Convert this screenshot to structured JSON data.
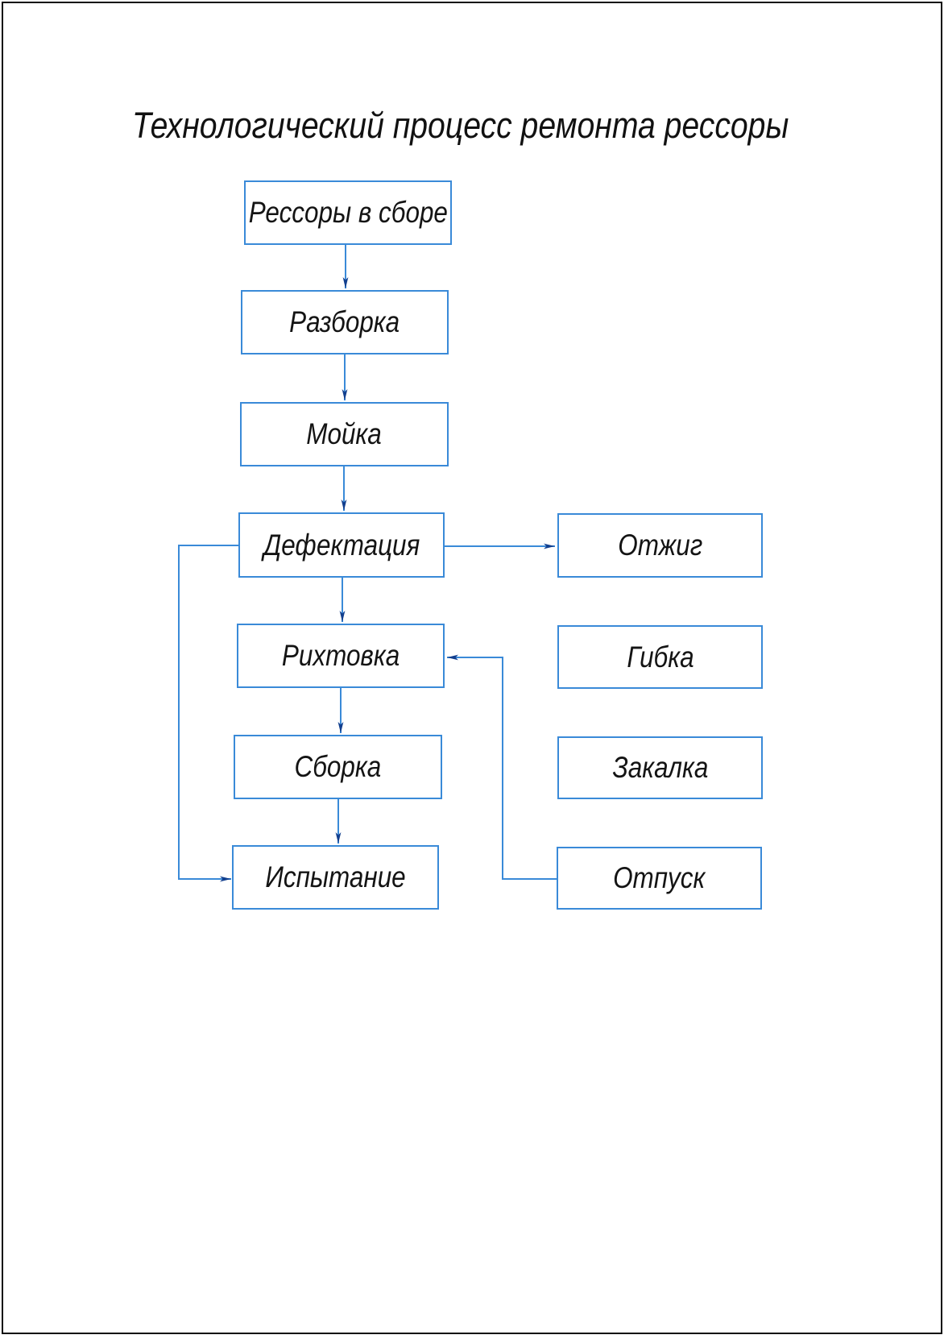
{
  "title": "Технологический процесс ремонта рессоры",
  "colors": {
    "line_blue": "#3a8ad8",
    "arrowhead_dark_blue": "#123f8e",
    "text_black": "#141414",
    "page_border_black": "#0c0c0c"
  },
  "nodes": [
    {
      "id": "springs-assembled",
      "label": "Рессоры в сборе"
    },
    {
      "id": "disassembly",
      "label": "Разборка"
    },
    {
      "id": "washing",
      "label": "Мойка"
    },
    {
      "id": "defect-inspection",
      "label": "Дефектация"
    },
    {
      "id": "straightening",
      "label": "Рихтовка"
    },
    {
      "id": "assembly",
      "label": "Сборка"
    },
    {
      "id": "testing",
      "label": "Испытание"
    },
    {
      "id": "annealing",
      "label": "Отжиг"
    },
    {
      "id": "bending",
      "label": "Гибка"
    },
    {
      "id": "hardening",
      "label": "Закалка"
    },
    {
      "id": "tempering",
      "label": "Отпуск"
    }
  ],
  "edges": [
    {
      "from": "Рессоры в сборе",
      "to": "Разборка"
    },
    {
      "from": "Разборка",
      "to": "Мойка"
    },
    {
      "from": "Мойка",
      "to": "Дефектация"
    },
    {
      "from": "Дефектация",
      "to": "Рихтовка"
    },
    {
      "from": "Рихтовка",
      "to": "Сборка"
    },
    {
      "from": "Сборка",
      "to": "Испытание"
    },
    {
      "from": "Дефектация",
      "to": "Отжиг"
    },
    {
      "from": "Дефектация",
      "to": "Испытание"
    },
    {
      "from": "Отпуск",
      "to": "Рихтовка"
    }
  ]
}
